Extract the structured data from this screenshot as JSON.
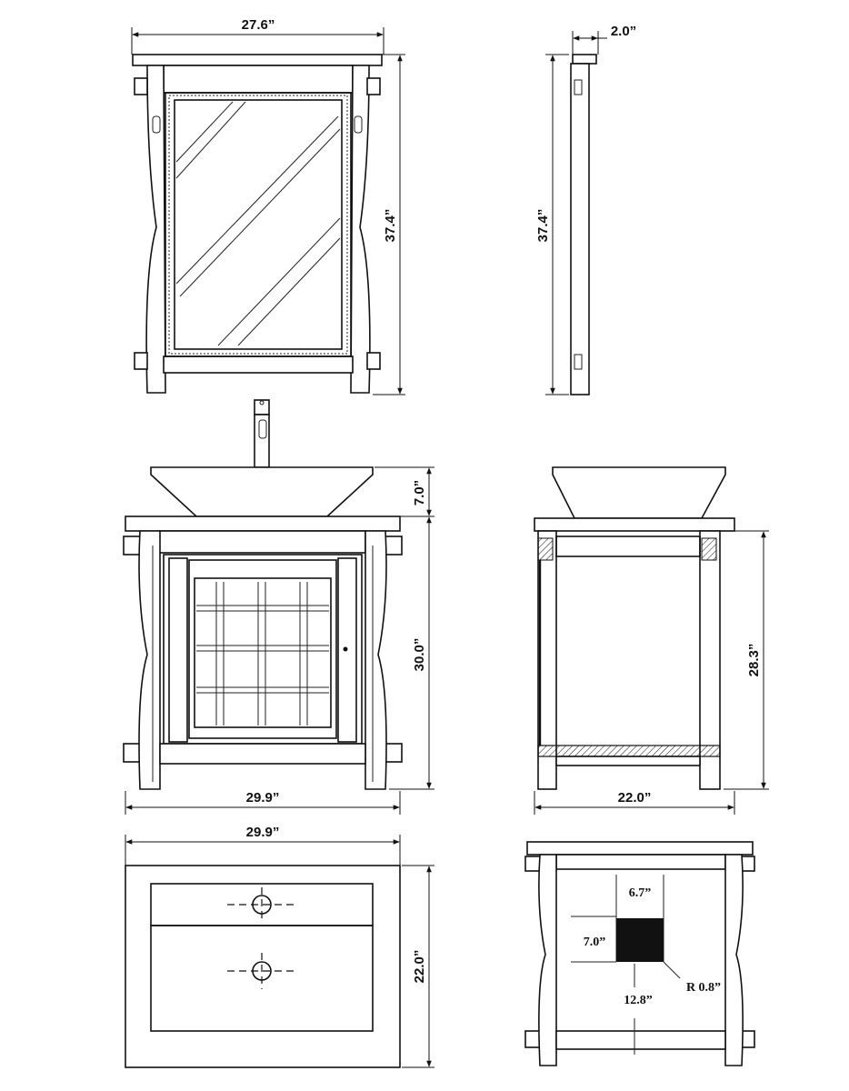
{
  "views": {
    "mirror_front": {
      "width_label": "27.6”",
      "height_label": "37.4”"
    },
    "mirror_side": {
      "depth_label": "2.0”",
      "height_label": "37.4”"
    },
    "vanity_front": {
      "bowl_height_label": "7.0”",
      "height_label": "30.0”",
      "width_label": "29.9”"
    },
    "vanity_side": {
      "height_label": "28.3”",
      "depth_label": "22.0”"
    },
    "top_view": {
      "width_label": "29.9”",
      "depth_label": "22.0”"
    },
    "back_view": {
      "cutout_width_label": "6.7”",
      "cutout_height_label": "7.0”",
      "radius_label": "R 0.8”",
      "offset_label": "12.8”"
    }
  }
}
